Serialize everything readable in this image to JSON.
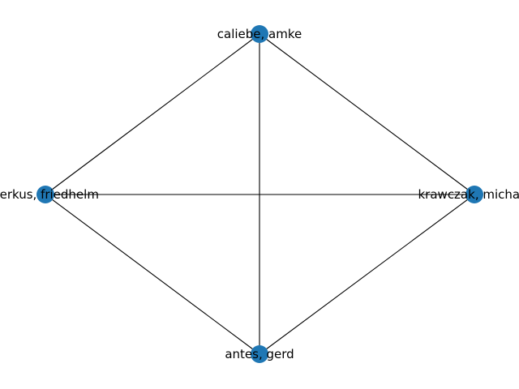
{
  "graph": {
    "node_color": "#1f77b4",
    "edge_color": "#000000",
    "nodes": [
      {
        "id": "caliebe",
        "label": "caliebe, amke"
      },
      {
        "id": "krawczak",
        "label": "krawczak, michael"
      },
      {
        "id": "antes",
        "label": "antes, gerd"
      },
      {
        "id": "gerkus",
        "label": "gerkus, friedhelm"
      }
    ],
    "edges": [
      [
        "caliebe",
        "krawczak"
      ],
      [
        "caliebe",
        "antes"
      ],
      [
        "caliebe",
        "gerkus"
      ],
      [
        "krawczak",
        "antes"
      ],
      [
        "krawczak",
        "gerkus"
      ],
      [
        "antes",
        "gerkus"
      ]
    ]
  }
}
